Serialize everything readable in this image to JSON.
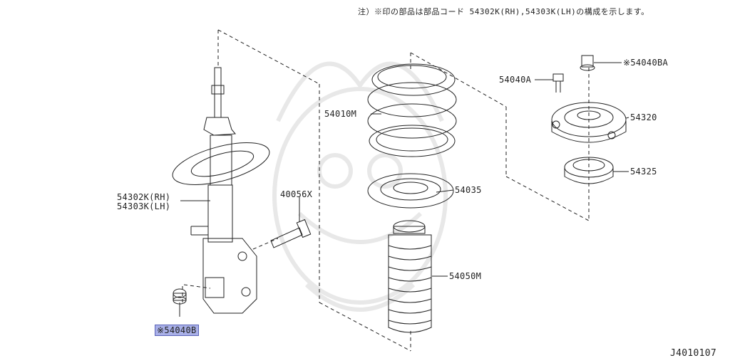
{
  "note": "注）※印の部品は部品コード 54302K(RH),54303K(LH)の構成を示します。",
  "figure_id": "J4010107",
  "labels": {
    "strut_rh": "54302K(RH)",
    "strut_lh": "54303K(LH)",
    "bolt": "40056X",
    "nut_bottom": "※54040B",
    "spring": "54010M",
    "seat": "54035",
    "bumper": "54050M",
    "nut_a": "54040A",
    "nut_ba": "※54040BA",
    "mount": "54320",
    "bearing": "54325"
  },
  "colors": {
    "highlight": "#a9b0e8",
    "line": "#222222",
    "watermark": "#e6e6e6"
  }
}
